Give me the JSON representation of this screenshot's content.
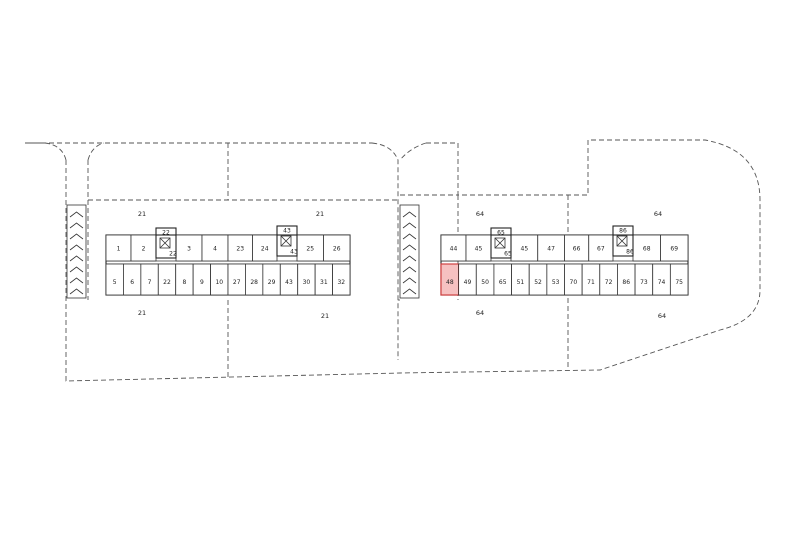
{
  "highlight_color": "#f6c1c1",
  "buildings": [
    {
      "top_units": [
        "1",
        "2",
        "3",
        "4",
        "23",
        "24",
        "25",
        "26"
      ],
      "bottom_units": [
        "5",
        "6",
        "7",
        "22",
        "8",
        "9",
        "10",
        "27",
        "28",
        "29",
        "43",
        "30",
        "31",
        "32"
      ],
      "stair_top_labels": [
        "22",
        "43"
      ],
      "stair_bottom_labels": [
        "22",
        "43"
      ],
      "outside_labels": [
        "21",
        "21",
        "21",
        "21"
      ]
    },
    {
      "top_units": [
        "44",
        "45",
        "45",
        "47",
        "66",
        "67",
        "68",
        "69"
      ],
      "bottom_units": [
        "48",
        "49",
        "50",
        "65",
        "51",
        "52",
        "53",
        "70",
        "71",
        "72",
        "86",
        "73",
        "74",
        "75"
      ],
      "stair_top_labels": [
        "65",
        "86"
      ],
      "stair_bottom_labels": [
        "65",
        "86"
      ],
      "outside_labels": [
        "64",
        "64",
        "64",
        "64"
      ]
    }
  ],
  "highlighted_unit": "48"
}
